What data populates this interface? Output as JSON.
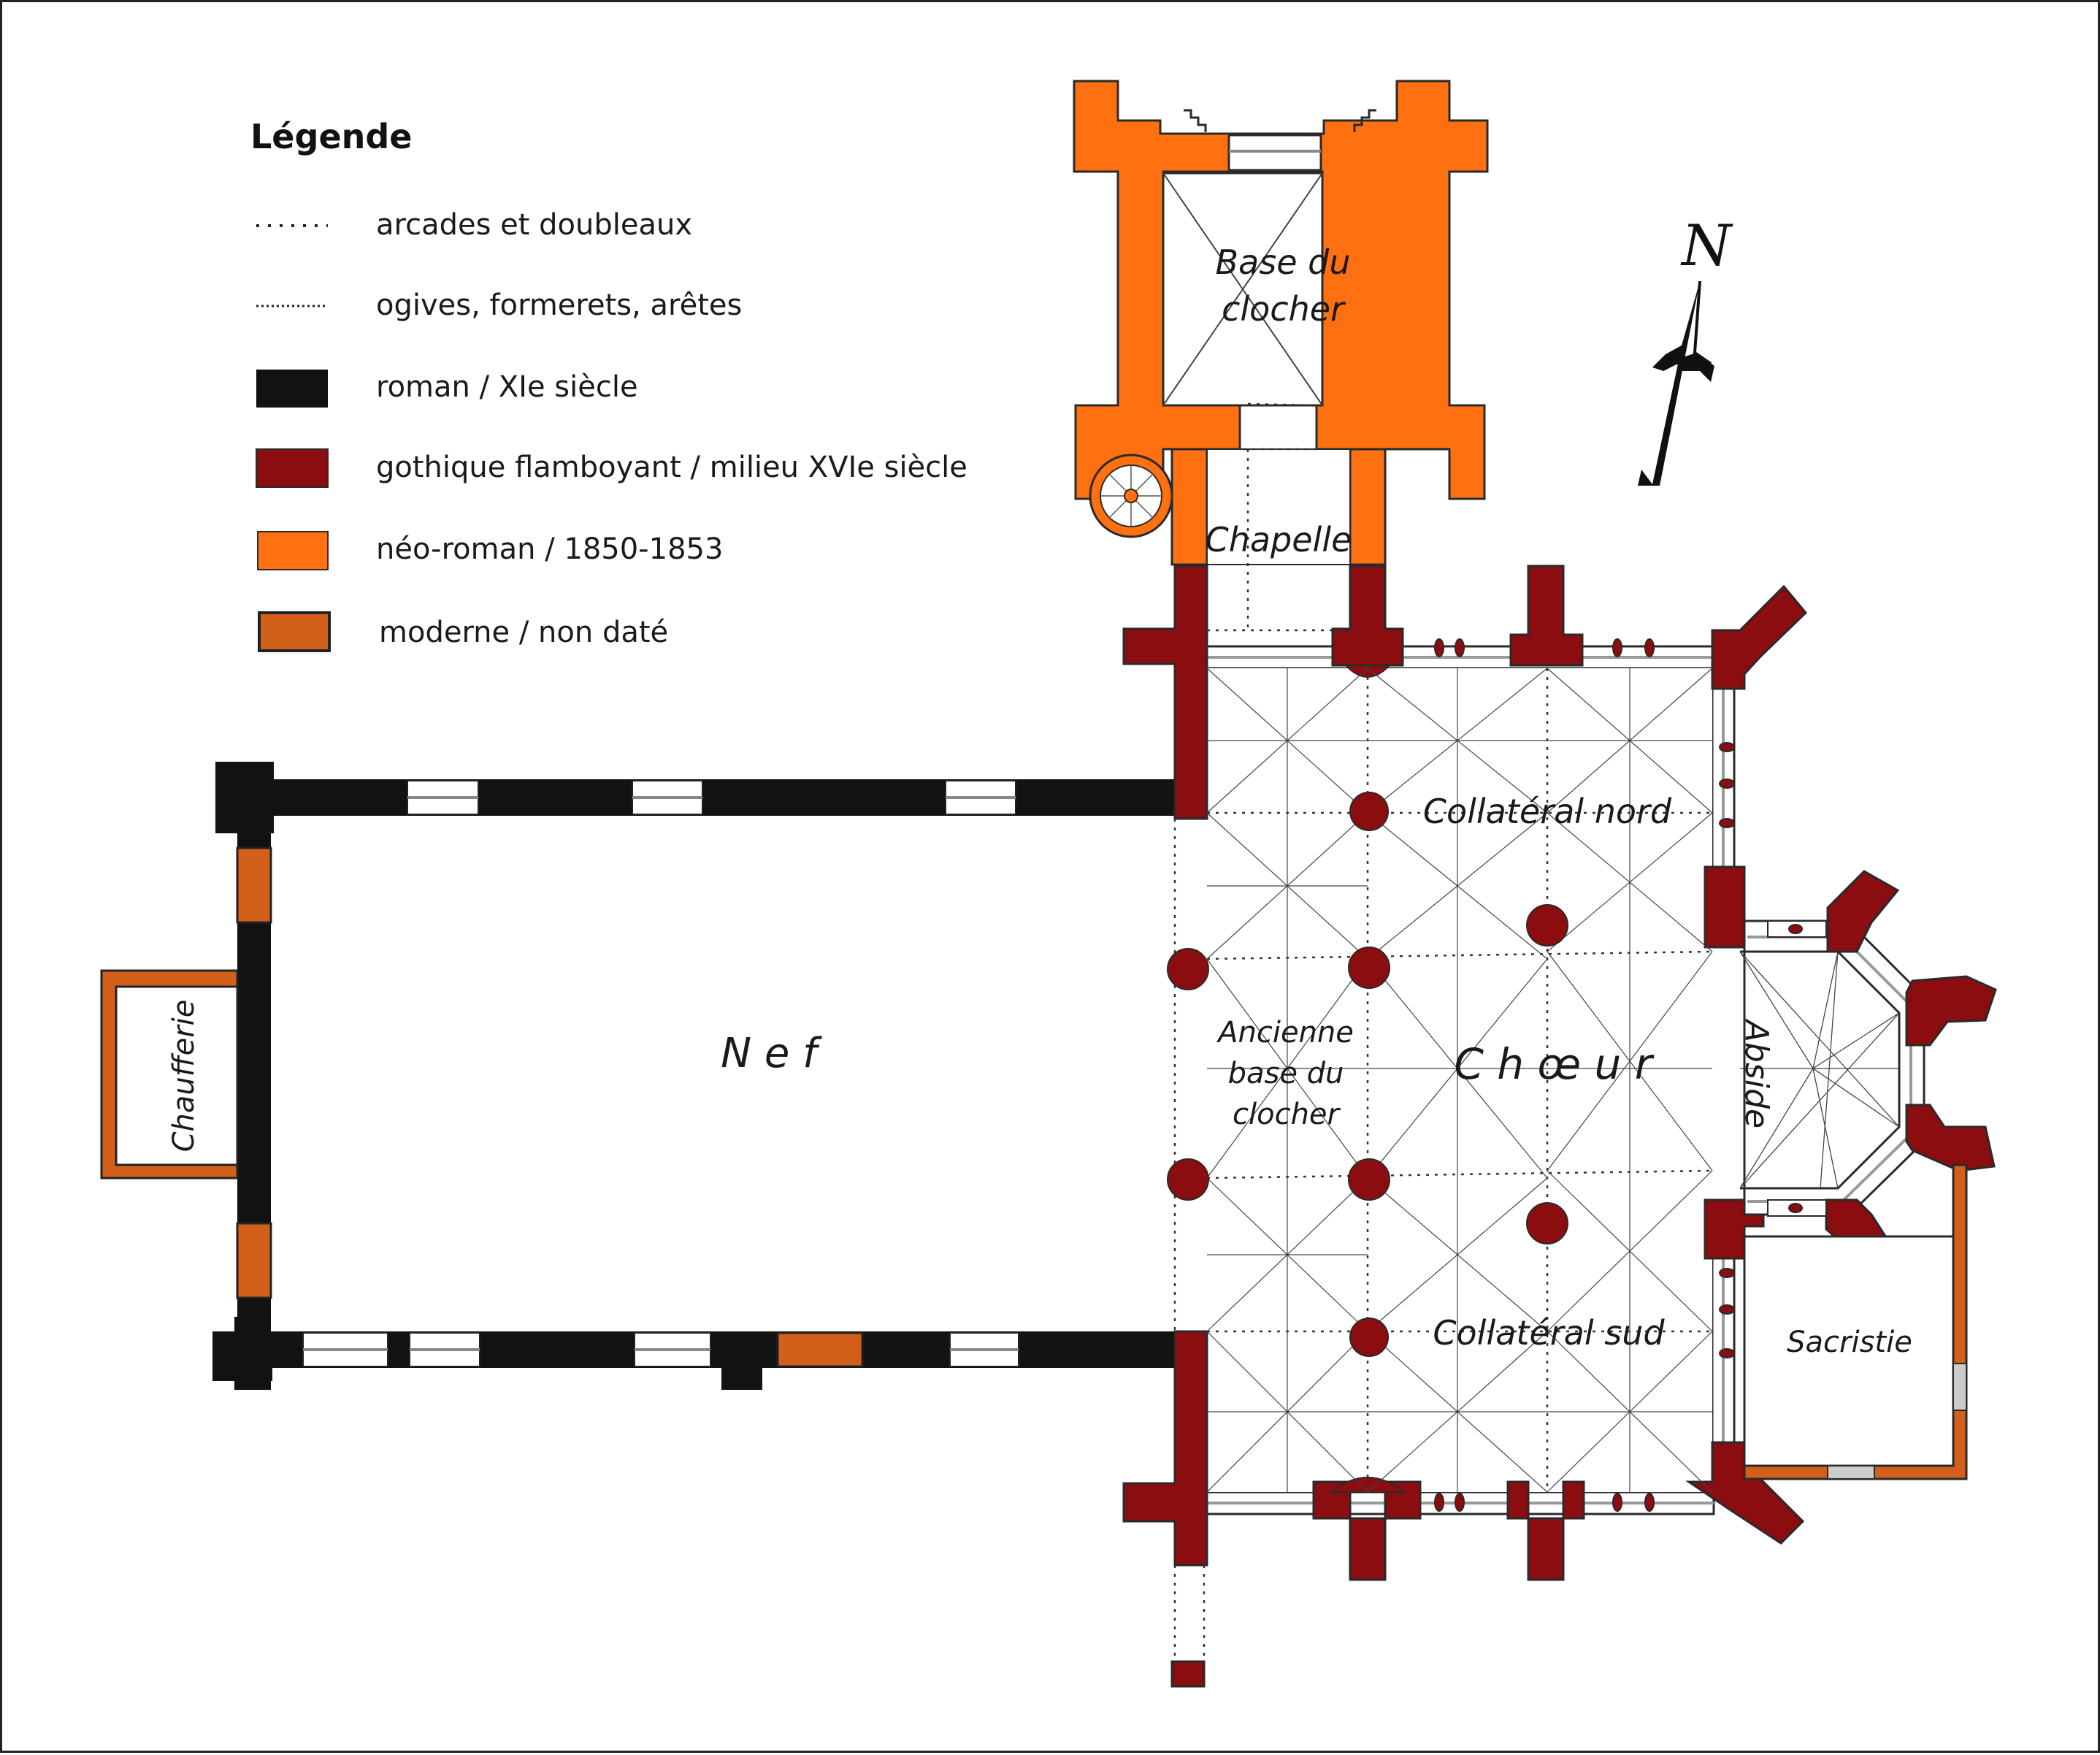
{
  "legend": {
    "title": "Légende",
    "items": [
      {
        "label": "arcades et doubleaux",
        "swatch": "dotted-line"
      },
      {
        "label": "ogives, formerets, arêtes",
        "swatch": "fine-dotted-line"
      },
      {
        "label": "roman / XIe siècle",
        "color": "#121212"
      },
      {
        "label": "gothique flamboyant / milieu XVIe siècle",
        "color": "#8b0d10"
      },
      {
        "label": "néo-roman / 1850-1853",
        "color": "#ff7010"
      },
      {
        "label": "moderne / non daté",
        "color": "#d2601a"
      }
    ]
  },
  "compass": {
    "label": "N",
    "icon": "north-arrow-icon"
  },
  "rooms": {
    "base_clocher_1": "Base du",
    "base_clocher_2": "clocher",
    "chapelle": "Chapelle",
    "collateral_nord": "Collatéral nord",
    "nef": "N e f",
    "chaufferie": "Chaufferie",
    "ancienne_1": "Ancienne",
    "ancienne_2": "base du",
    "ancienne_3": "clocher",
    "choeur": "C h œ u r",
    "abside": "Abside",
    "sacristie": "Sacristie",
    "collateral_sud": "Collatéral sud"
  },
  "colors": {
    "roman": "#121212",
    "gothique": "#8b0d10",
    "neoroman": "#ff7010",
    "moderne": "#d2601a",
    "outline": "#2a2a2a"
  }
}
